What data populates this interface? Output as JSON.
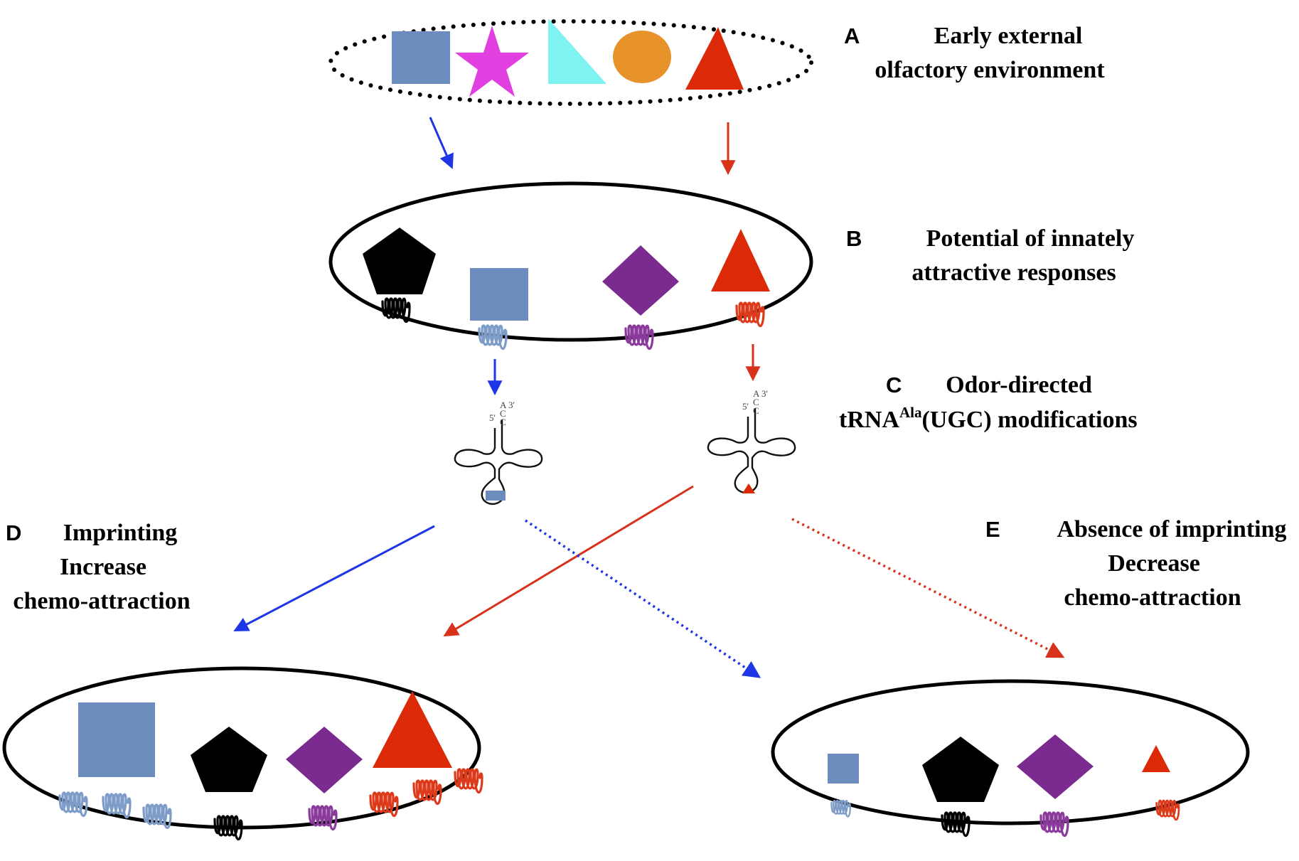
{
  "panels": {
    "a": {
      "letter": "A",
      "line1": "Early external",
      "line2": "olfactory environment"
    },
    "b": {
      "letter": "B",
      "line1": "Potential of innately",
      "line2": "attractive responses"
    },
    "c": {
      "letter": "C",
      "line1": "Odor-directed",
      "line2_prefix": "tRNA",
      "line2_sup": "Ala",
      "line2_suffix": "(UGC)  modifications"
    },
    "d": {
      "letter": "D",
      "line1": "Imprinting",
      "line2": "Increase",
      "line3": "chemo-attraction"
    },
    "e": {
      "letter": "E",
      "line1": "Absence of imprinting",
      "line2": "Decrease",
      "line3": "chemo-attraction"
    }
  },
  "trna_labels": {
    "five_prime": "5'",
    "three_prime": "3'",
    "a": "A",
    "c1": "C",
    "c2": "C"
  },
  "odorants": {
    "environment": [
      "square",
      "star",
      "right-triangle",
      "ellipse",
      "triangle"
    ],
    "innate": [
      "pentagon",
      "square",
      "diamond",
      "triangle"
    ],
    "imprinted": [
      "square",
      "pentagon",
      "diamond",
      "triangle"
    ],
    "not_imprinted": [
      "square",
      "pentagon",
      "diamond",
      "triangle"
    ]
  },
  "receptor_counts": {
    "innate": {
      "pentagon": 1,
      "square": 1,
      "diamond": 1,
      "triangle": 1
    },
    "imprinted": {
      "square": 3,
      "pentagon": 1,
      "diamond": 1,
      "triangle": 3
    },
    "not_imprinted": {
      "square": 1,
      "pentagon": 1,
      "diamond": 1,
      "triangle": 1
    }
  },
  "colors": {
    "square": "#6b8cbc",
    "star": "#e23fe0",
    "right_triangle": "#7ff2f2",
    "ellipse": "#e8922a",
    "triangle": "#dc2a08",
    "pentagon": "#000000",
    "diamond": "#7b2a90",
    "blue_arrow": "#1f36e6",
    "red_arrow": "#d8321a",
    "receptor_square": "#7d9cc8",
    "receptor_triangle": "#dc3a1a",
    "receptor_diamond": "#8a3a9a",
    "receptor_pentagon": "#000000"
  }
}
